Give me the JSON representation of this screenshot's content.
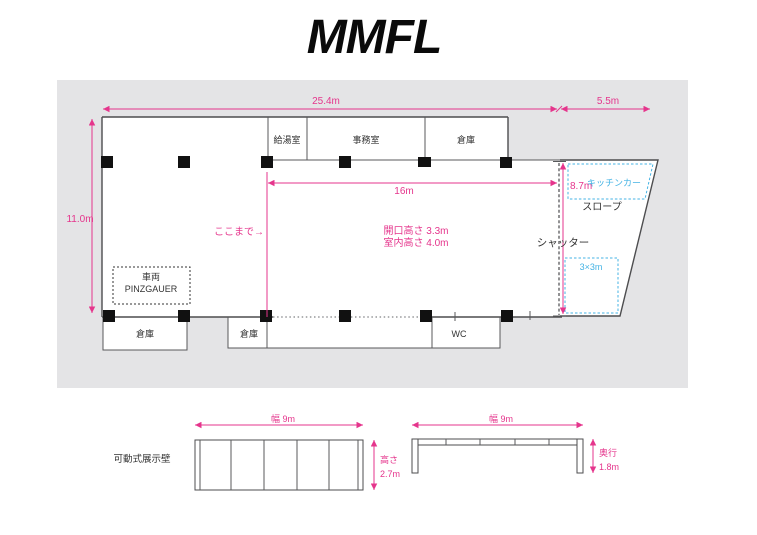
{
  "title": "MMFL",
  "colors": {
    "magenta": "#e5358c",
    "cyan": "#44b3e4",
    "background_gray": "#e4e4e6",
    "wall_line": "#4d4d4f"
  },
  "plan": {
    "dimensions": {
      "total_width": "25.4m",
      "right_width": "5.5m",
      "left_height": "11.0m",
      "inner_width": "16m",
      "shutter_height": "8.7m"
    },
    "notes": {
      "up_to_here": "ここまで→",
      "opening_height": "開口高さ 3.3m",
      "interior_height": "室内高さ 4.0m"
    },
    "rooms": {
      "kitchenette": "給湯室",
      "office": "事務室",
      "storage_top": "倉庫",
      "storage_bottom_left": "倉庫",
      "storage_bottom_mid": "倉庫",
      "wc": "WC",
      "vehicle": "車両",
      "vehicle_model": "PINZGAUER",
      "slope": "スロープ",
      "shutter": "シャッター",
      "kitchen_car": "キッチンカー",
      "area_3x3": "3×3m"
    }
  },
  "elevations": {
    "wall_label": "可動式展示壁",
    "front": {
      "width": "幅 9m",
      "height_label": "高さ",
      "height_value": "2.7m"
    },
    "top": {
      "width": "幅 9m",
      "depth_label": "奥行",
      "depth_value": "1.8m"
    }
  }
}
